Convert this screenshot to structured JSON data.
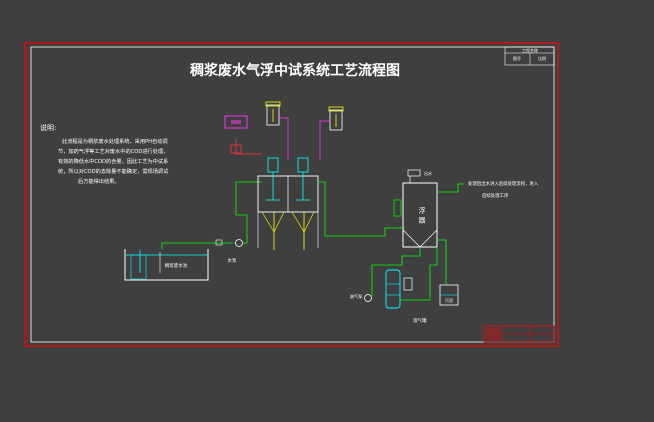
{
  "title": "稠浆废水气浮中试系统工艺流程图",
  "note": {
    "heading": "说明:",
    "lines": [
      "此流程是为稠浆废水处理系统，采用PH自动调",
      "节，加药气浮等工艺对废水中的COD进行处理，",
      "有效的降低水中COD的含量。因此工艺为中试系",
      "统，所以对COD的去除量不能确定，需现场调试",
      "后方能得出结果。"
    ]
  },
  "labels": {
    "raw_pool": "稠浆废水池",
    "pump": "水泵",
    "flotation": "浮 器",
    "outlet_note_1": "处理后出水进入后续处理流程，进入",
    "outlet_note_2": "后续处理工序",
    "sludge_tank": "污泥",
    "air_tank": "溶气罐",
    "left_bottom": "溶气泵",
    "top_right_label": "出水"
  },
  "titleblock": {
    "header": "工程名称",
    "row1_a": "图号",
    "row1_b": "比例"
  },
  "colors": {
    "background": "#3f3f3f",
    "frame": "#ff0000",
    "pipe_green": "#00ff00",
    "pipe_magenta": "#ff33ff",
    "equipment": "#ffffff",
    "water": "#00ffff",
    "accent_yellow": "#ffff00"
  }
}
